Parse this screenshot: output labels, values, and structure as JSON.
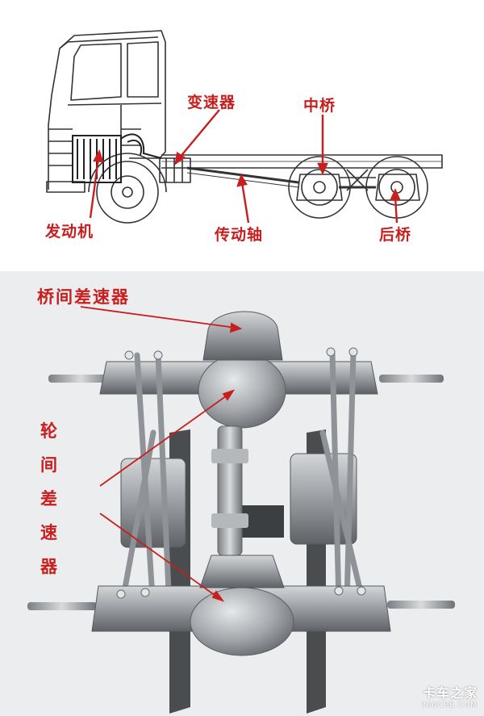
{
  "labels": {
    "transmission": "变速器",
    "middle_axle": "中桥",
    "engine": "发动机",
    "drive_shaft": "传动轴",
    "rear_axle": "后桥",
    "inter_axle_diff": "桥间差速器",
    "inter_wheel_diff": [
      "轮",
      "间",
      "差",
      "速",
      "器"
    ]
  },
  "watermark": {
    "main": "卡车之家",
    "sub": "360CHE.COM"
  },
  "colors": {
    "label_red": "#c81e1e",
    "line_dark": "#333333",
    "photo_bg": "#ecedef"
  }
}
